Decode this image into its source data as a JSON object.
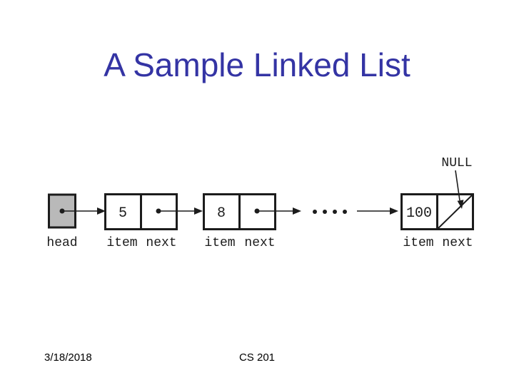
{
  "slide": {
    "title": "A Sample Linked List",
    "footer": {
      "date": "3/18/2018",
      "course": "CS 201"
    }
  },
  "diagram": {
    "head_label": "head",
    "null_label": "NULL",
    "ellipsis_dot_count": 4,
    "nodes": [
      {
        "item": "5",
        "item_label": "item",
        "next_label": "next"
      },
      {
        "item": "8",
        "item_label": "item",
        "next_label": "next"
      },
      {
        "item": "100",
        "item_label": "item",
        "next_label": "next"
      }
    ],
    "colors": {
      "title_text": "#3434a4",
      "line": "#1c1c1c",
      "head_box_fill": "#b9b9b9",
      "background": "#ffffff"
    }
  }
}
